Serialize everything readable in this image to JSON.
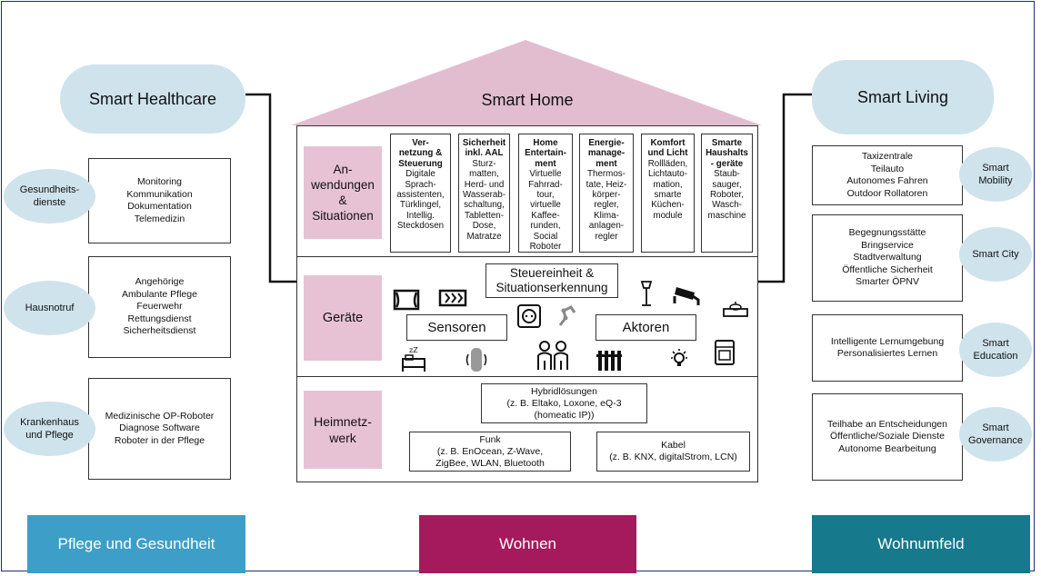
{
  "healthcare": {
    "title": "Smart Healthcare",
    "groups": [
      {
        "label": "Gesundheits-\ndienste",
        "items": [
          "Monitoring",
          "Kommunikation",
          "Dokumentation",
          "Telemedizin"
        ]
      },
      {
        "label": "Hausnotruf",
        "items": [
          "Angehörige",
          "Ambulante Pflege",
          "Feuerwehr",
          "Rettungsdienst",
          "Sicherheitsdienst"
        ]
      },
      {
        "label": "Krankenhaus\nund Pflege",
        "items": [
          "Medizinische OP-Roboter",
          "Diagnose Software",
          "Roboter in der Pflege"
        ]
      }
    ]
  },
  "home": {
    "title": "Smart Home",
    "rows": {
      "apps": "An-\nwendungen\n&\nSituationen",
      "devices": "Geräte",
      "network": "Heimnetz-\nwerk"
    },
    "apps": [
      {
        "title": "Ver-\nnetzung &\nSteuerung",
        "body": "Digitale\nSprach-\nassistenten,\nTürklingel,\nIntellig.\nSteckdosen"
      },
      {
        "title": "Sicherheit\ninkl. AAL",
        "body": "Sturz-\nmatten,\nHerd- und\nWasserab-\nschaltung,\nTabletten-\nDose,\nMatratze"
      },
      {
        "title": "Home\nEntertain-\nment",
        "body": "Virtuelle\nFahrrad-\ntour,\nvirtuelle\nKaffee-\nrunden,\nSocial\nRoboter"
      },
      {
        "title": "Energie-\nmanage-\nment",
        "body": "Thermos-\ntate, Heiz-\nkörper-\nregler,\nKlima-\nanlagen-\nregler"
      },
      {
        "title": "Komfort\nund Licht",
        "body": "Rollläden,\nLichtauto-\nmation,\nsmarte\nKüchen-\nmodule"
      },
      {
        "title": "Smarte\nHaushalts\n- geräte",
        "body": "Staub-\nsauger,\nRoboter,\nWasch-\nmaschine"
      }
    ],
    "control": "Steuereinheit &\nSituationserkennung",
    "sensors": "Sensoren",
    "actuators": "Aktoren",
    "hybrid": {
      "title": "Hybridlösungen",
      "body": "(z. B. Eltako, Loxone, eQ-3\n(homeatic IP))"
    },
    "radio": {
      "title": "Funk",
      "body": "(z. B. EnOcean, Z-Wave,\nZigBee, WLAN, Bluetooth"
    },
    "cable": {
      "title": "Kabel",
      "body": "(z. B. KNX, digitalStrom, LCN)"
    }
  },
  "living": {
    "title": "Smart Living",
    "groups": [
      {
        "label": "Smart\nMobility",
        "items": [
          "Taxizentrale",
          "Teilauto",
          "Autonomes Fahren",
          "Outdoor Rollatoren"
        ]
      },
      {
        "label": "Smart City",
        "items": [
          "Begegnungsstätte",
          "Bringservice",
          "Stadtverwaltung",
          "Öffentliche Sicherheit",
          "Smarter ÖPNV"
        ]
      },
      {
        "label": "Smart\nEducation",
        "items": [
          "Intelligente Lernumgebung",
          "Personalisiertes Lernen"
        ]
      },
      {
        "label": "Smart\nGovernance",
        "items": [
          "Teilhabe an Entscheidungen",
          "Öffentliche/Soziale Dienste",
          "Autonome Bearbeitung"
        ]
      }
    ]
  },
  "footer": {
    "left": "Pflege und Gesundheit",
    "center": "Wohnen",
    "right": "Wohnumfeld"
  },
  "colors": {
    "pill": "#cfe3ec",
    "roof": "#e2bdd0",
    "row_label": "#e7c2d4",
    "footer_left": "#3d9fc7",
    "footer_center": "#a51a5d",
    "footer_right": "#16798c"
  }
}
